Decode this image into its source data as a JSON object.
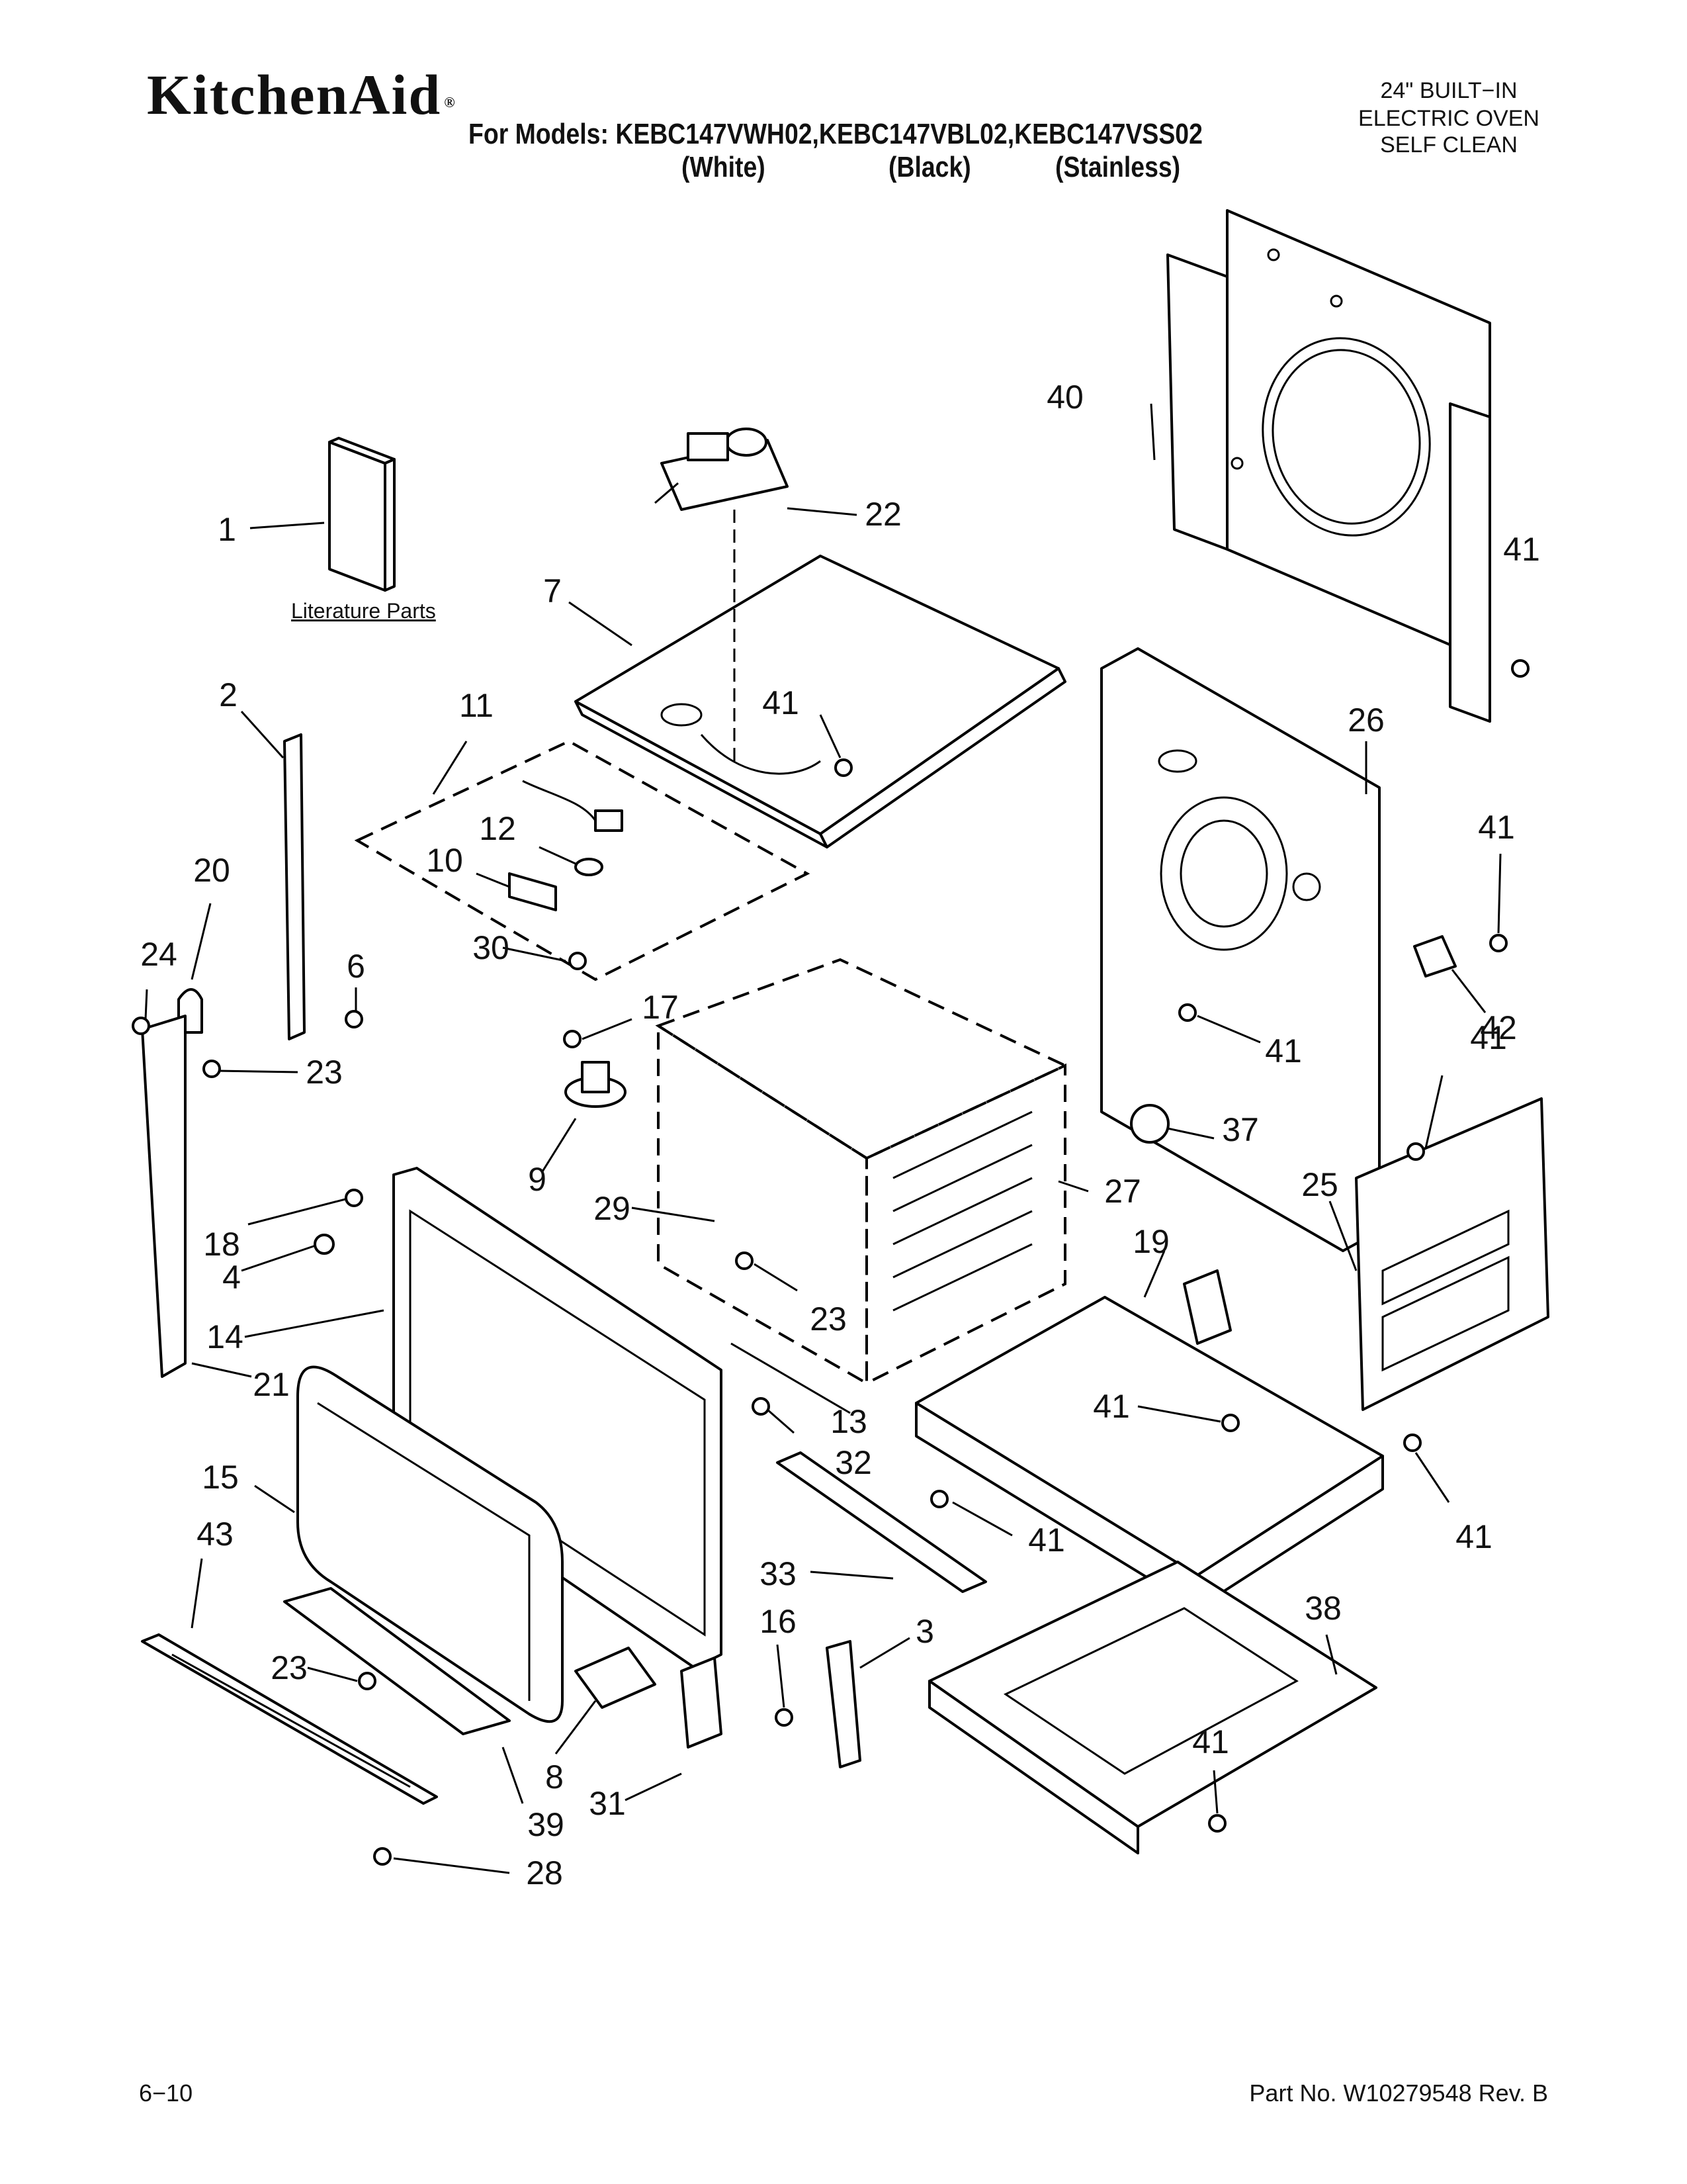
{
  "header": {
    "brand": "KitchenAid",
    "brand_mark": "®",
    "models_line": "For Models: KEBC147VWH02,KEBC147VBL02,KEBC147VSS02",
    "variants": {
      "white": "(White)",
      "black": "(Black)",
      "stainless": "(Stainless)"
    },
    "product": [
      "24\" BUILT−IN",
      "ELECTRIC OVEN",
      "SELF CLEAN"
    ]
  },
  "literature_caption": "Literature Parts",
  "footer": {
    "page": "6−10",
    "part_number": "Part No. W10279548 Rev. B"
  },
  "callouts": [
    "1",
    "2",
    "3",
    "4",
    "6",
    "7",
    "8",
    "9",
    "10",
    "11",
    "12",
    "13",
    "14",
    "15",
    "16",
    "17",
    "18",
    "19",
    "20",
    "21",
    "22",
    "23",
    "24",
    "25",
    "26",
    "27",
    "28",
    "29",
    "30",
    "31",
    "32",
    "33",
    "37",
    "38",
    "39",
    "40",
    "41",
    "42",
    "43"
  ]
}
